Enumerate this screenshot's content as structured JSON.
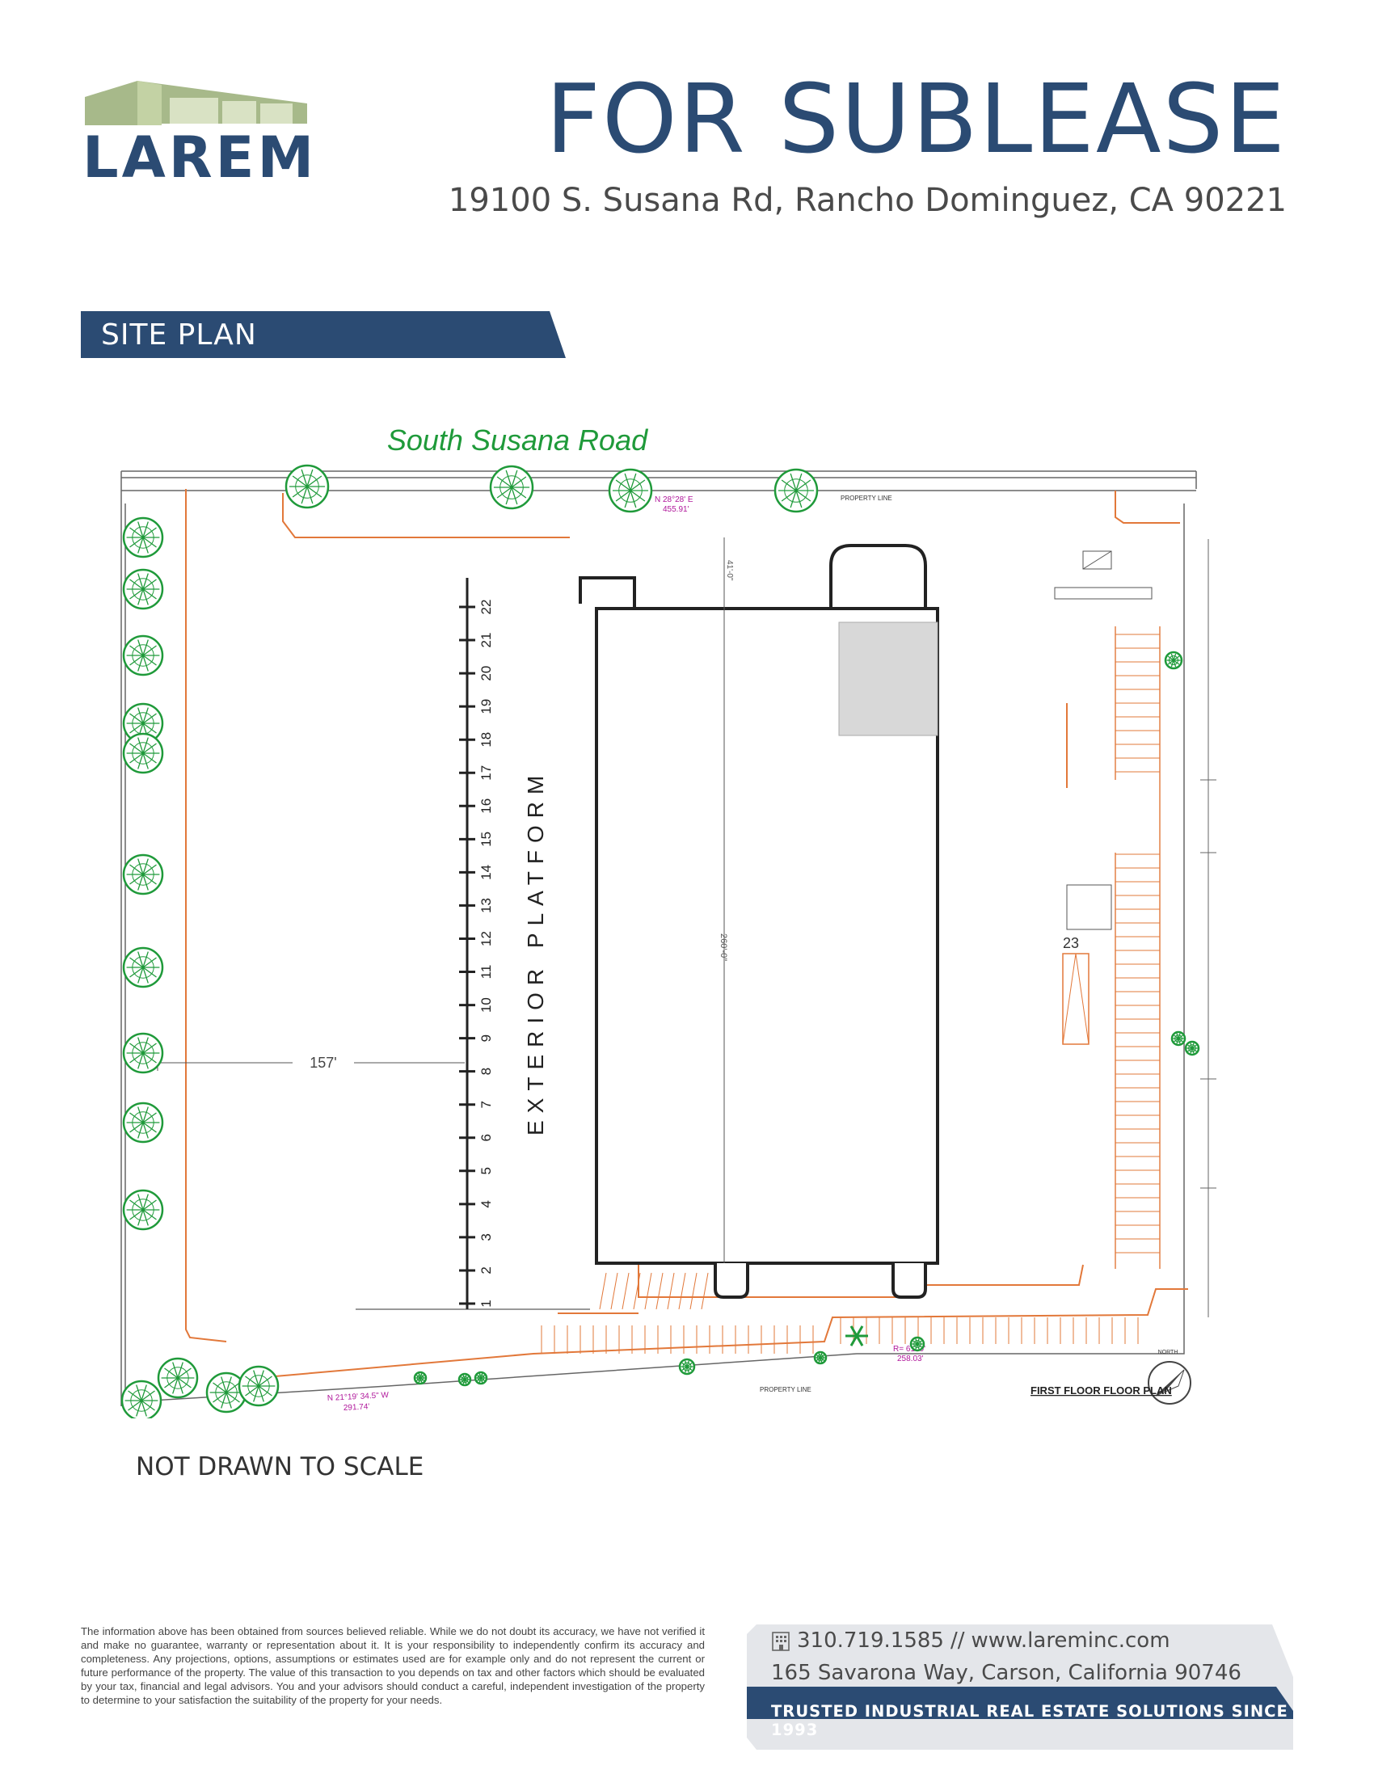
{
  "header": {
    "logo_text": "LAREM",
    "title": "FOR SUBLEASE",
    "address": "19100 S. Susana Rd, Rancho Dominguez, CA 90221"
  },
  "section": {
    "label": "SITE PLAN"
  },
  "site_plan": {
    "street_name": "South  Susana   Road",
    "platform_label": "EXTERIOR PLATFORM",
    "dock_numbers": [
      "1",
      "2",
      "3",
      "4",
      "5",
      "6",
      "7",
      "8",
      "9",
      "10",
      "11",
      "12",
      "13",
      "14",
      "15",
      "16",
      "17",
      "18",
      "19",
      "20",
      "21",
      "22"
    ],
    "depth_dimension": "157'",
    "side_door_number": "23",
    "plan_title": "FIRST FLOOR FLOOR PLAN",
    "north_label": "NORTH",
    "property_line_label": "PROPERTY LINE",
    "bearing_north": "N 28°28' E",
    "bearing_north_length": "455.91'",
    "bearing_south": "N 21°19' 34.5\" W",
    "bearing_south_length": "291.74'",
    "curve_radius": "R= 6150'",
    "curve_length": "258.03'",
    "building_length_dim": "260'-0\"",
    "building_width_dim": "41'-0\""
  },
  "colors": {
    "brand_navy": "#2b4b73",
    "logo_green": "#a7b98a",
    "tree_green": "#1f9a3a",
    "curb_orange": "#e2783a",
    "annotation_magenta": "#b0179b"
  },
  "notes": {
    "scale": "NOT DRAWN TO SCALE"
  },
  "footer": {
    "disclaimer": "The information above has been obtained from sources believed reliable. While we do not doubt its accuracy, we have not verified it and make no guarantee, warranty or representation about it. It is your responsibility to independently confirm its accuracy and completeness. Any projections, options, assumptions or estimates used are for example only and do not represent the current or future performance of the property. The value of this transaction to you depends on tax and other factors which should be evaluated by your tax, financial and legal advisors. You and your advisors should conduct a careful, independent investigation of the property to determine to your satisfaction the suitability of the property for your needs.",
    "phone": "310.719.1585",
    "separator": "//",
    "website": "www.lareminc.com",
    "office_address": "165 Savarona Way, Carson, California 90746",
    "tagline": "TRUSTED INDUSTRIAL REAL ESTATE SOLUTIONS SINCE 1993"
  }
}
